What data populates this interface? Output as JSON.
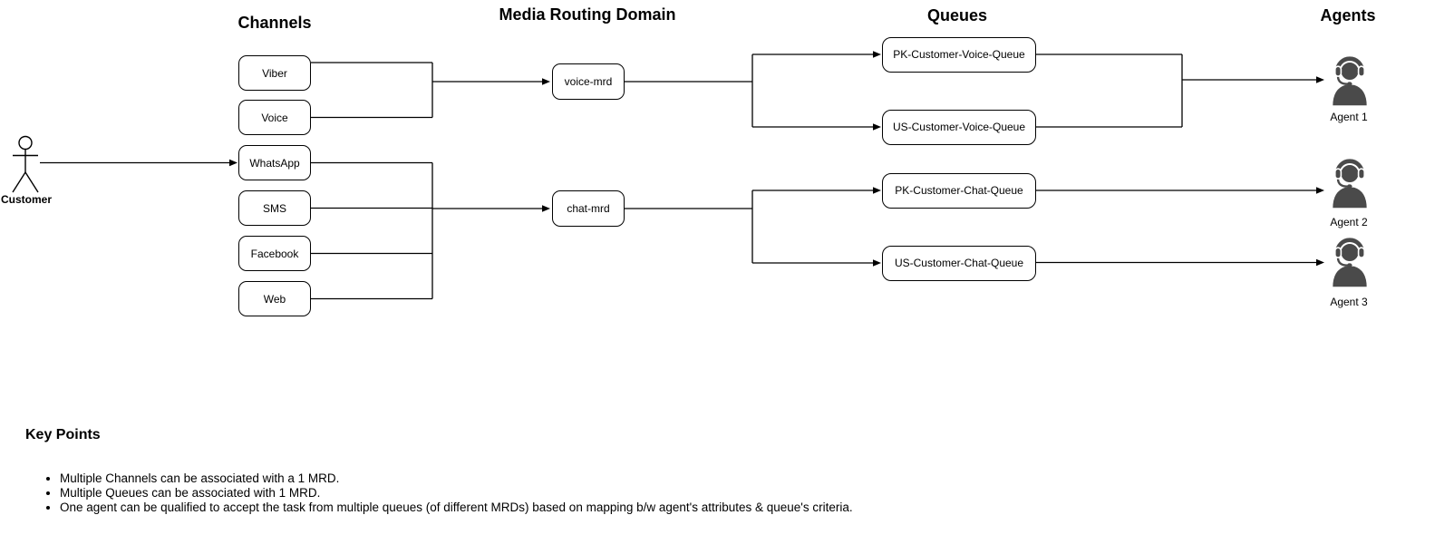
{
  "headers": {
    "channels": "Channels",
    "mrd": "Media Routing Domain",
    "queues": "Queues",
    "agents": "Agents"
  },
  "customer_label": "Customer",
  "channels": [
    "Viber",
    "Voice",
    "WhatsApp",
    "SMS",
    "Facebook",
    "Web"
  ],
  "mrds": [
    "voice-mrd",
    "chat-mrd"
  ],
  "queues": [
    "PK-Customer-Voice-Queue",
    "US-Customer-Voice-Queue",
    "PK-Customer-Chat-Queue",
    "US-Customer-Chat-Queue"
  ],
  "agents": [
    "Agent 1",
    "Agent 2",
    "Agent 3"
  ],
  "key_points": {
    "title": "Key Points",
    "bullets": [
      "Multiple Channels can be associated with a 1 MRD.",
      "Multiple Queues can be associated with 1 MRD.",
      "One agent can be qualified to accept the task from multiple queues (of different MRDs) based on mapping b/w agent's attributes & queue's criteria."
    ]
  },
  "colors": {
    "line": "#000000",
    "box_fill": "#ffffff",
    "box_border": "#000000",
    "agent_icon": "#4a4a4a",
    "text": "#000000"
  }
}
